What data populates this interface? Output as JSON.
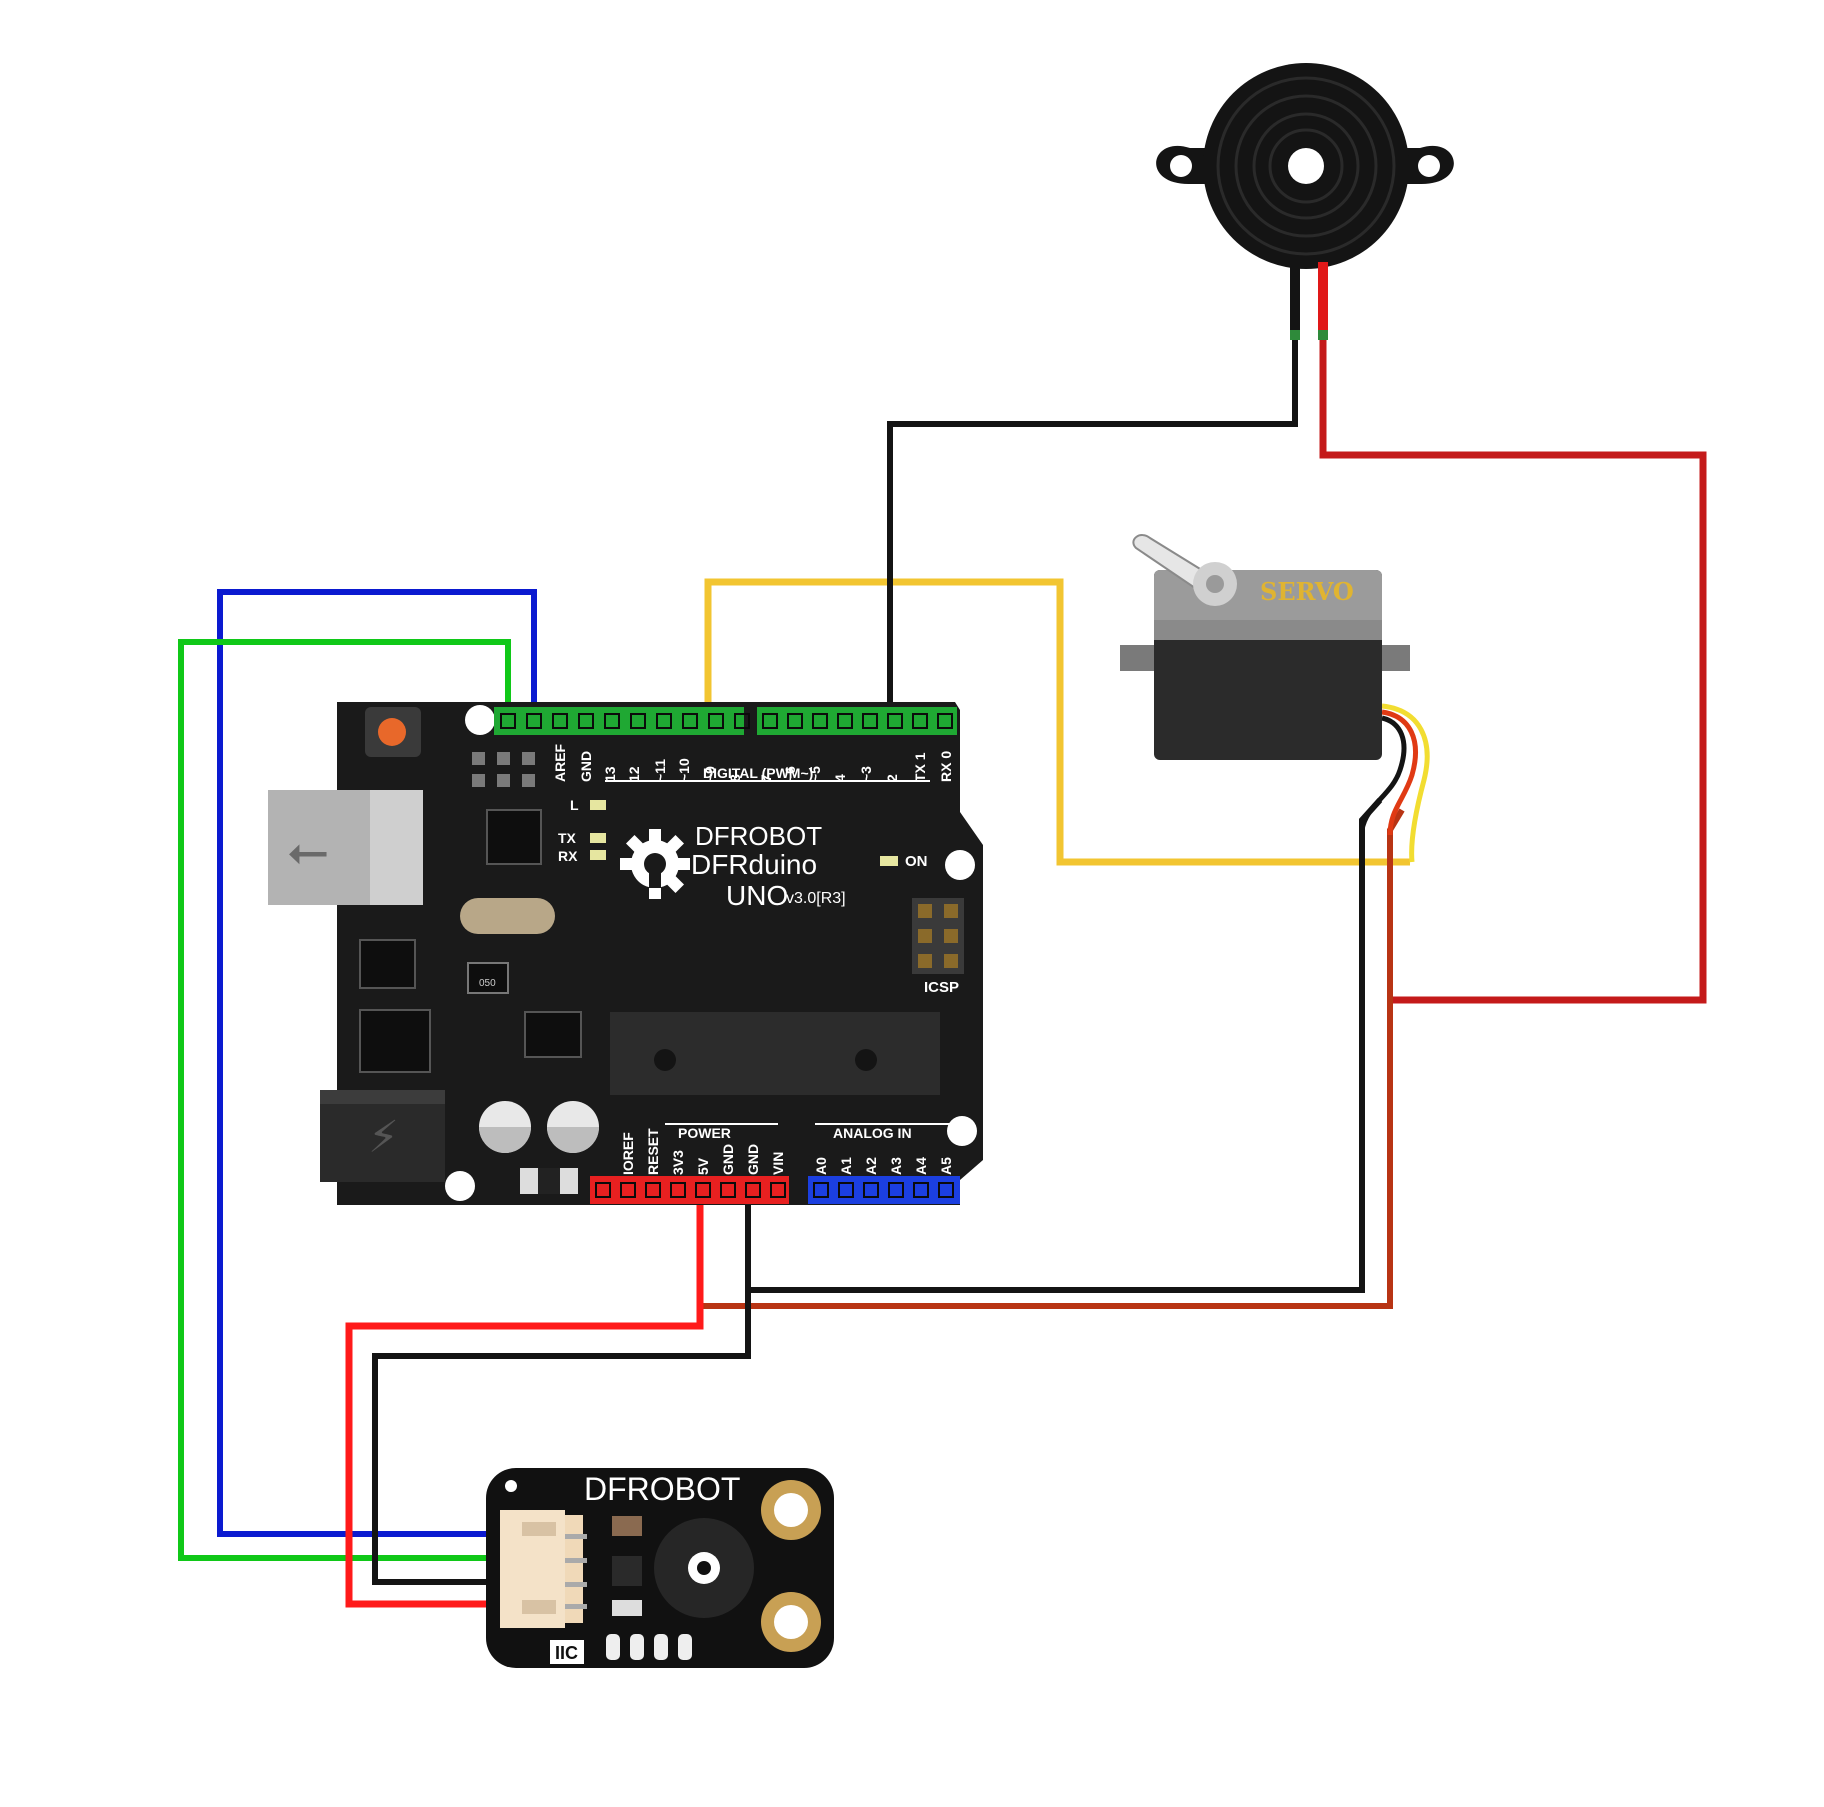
{
  "board": {
    "brand": "DFROBOT",
    "model": "DFRduino",
    "variant": "UNO",
    "version": "v3.0[R3]",
    "digital_header_label": "DIGITAL (PWM~)",
    "power_header_label": "POWER",
    "analog_header_label": "ANALOG IN",
    "on_label": "ON",
    "icsp_label": "ICSP",
    "led_l": "L",
    "led_tx": "TX",
    "led_rx": "RX",
    "top_pins": [
      "AREF",
      "GND",
      "13",
      "12",
      "~11",
      "~10",
      "~9",
      "8",
      "7",
      "~6",
      "~5",
      "4",
      "~3",
      "2",
      "TX 1",
      "RX 0"
    ],
    "power_pins": [
      "IOREF",
      "RESET",
      "3V3",
      "5V",
      "GND",
      "GND",
      "VIN"
    ],
    "analog_pins": [
      "A0",
      "A1",
      "A2",
      "A3",
      "A4",
      "A5"
    ],
    "reg_label": "050"
  },
  "servo": {
    "label": "SERVO"
  },
  "module": {
    "brand": "DFROBOT",
    "port_label": "IIC"
  },
  "colors": {
    "board": "#1a1a1a",
    "digital_header": "#1fa833",
    "power_header": "#e82020",
    "analog_header": "#1b3fe0",
    "wire_blue": "#0b1ad0",
    "wire_green": "#10c818",
    "wire_yellow": "#f2c531",
    "wire_black": "#141414",
    "wire_red": "#c41a1a",
    "wire_bright_red": "#ff1a1a",
    "wire_brown": "#b83414",
    "servo_label": "#e0b431"
  }
}
